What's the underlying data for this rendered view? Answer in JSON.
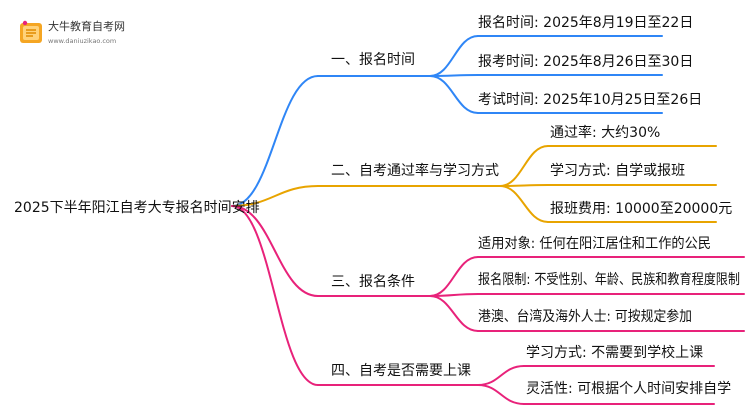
{
  "logo": {
    "name": "大牛教育自考网",
    "url": "www.daniuzikao.com"
  },
  "root": {
    "label": "2025下半年阳江自考大专报名时间安排"
  },
  "branches": [
    {
      "label": "一、报名时间",
      "color": "#2f86f6",
      "leaves": [
        "报名时间: 2025年8月19日至22日",
        "报考时间: 2025年8月26日至30日",
        "考试时间: 2025年10月25日至26日"
      ]
    },
    {
      "label": "二、自考通过率与学习方式",
      "color": "#e8a400",
      "leaves": [
        "通过率: 大约30%",
        "学习方式: 自学或报班",
        "报班费用: 10000至20000元"
      ]
    },
    {
      "label": "三、报名条件",
      "color": "#e8227a",
      "leaves": [
        "适用对象: 任何在阳江居住和工作的公民",
        "报名限制: 不受性别、年龄、民族和教育程度限制",
        "港澳、台湾及海外人士: 可按规定参加"
      ]
    },
    {
      "label": "四、自考是否需要上课",
      "color": "#e8227a",
      "leaves": [
        "学习方式: 不需要到学校上课",
        "灵活性: 可根据个人时间安排自学"
      ]
    }
  ]
}
